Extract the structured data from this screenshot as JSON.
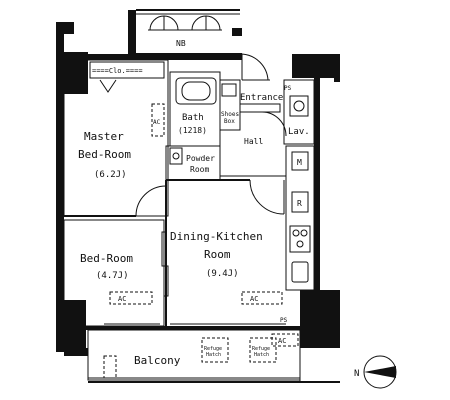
{
  "rooms": {
    "master_name_1": "Master",
    "master_name_2": "Bed-Room",
    "master_size": "(6.2J)",
    "bed_name": "Bed-Room",
    "bed_size": "(4.7J)",
    "dk_name_1": "Dining-Kitchen",
    "dk_name_2": "Room",
    "dk_size": "(9.4J)",
    "bath_name": "Bath",
    "bath_size": "(1218)",
    "powder_1": "Powder",
    "powder_2": "Room",
    "entrance": "Entrance",
    "hall": "Hall",
    "lav": "Lav.",
    "shoe_1": "Shoes",
    "shoe_2": "Box",
    "balcony": "Balcony",
    "nb": "NB",
    "clo": "Clo."
  },
  "fixtures": {
    "ac": "AC",
    "ps": "PS",
    "m": "M",
    "r": "R",
    "refuge_1": "Refuge",
    "refuge_2": "Hatch",
    "compass_n": "N"
  },
  "colors": {
    "line": "#111111",
    "background": "#ffffff"
  }
}
